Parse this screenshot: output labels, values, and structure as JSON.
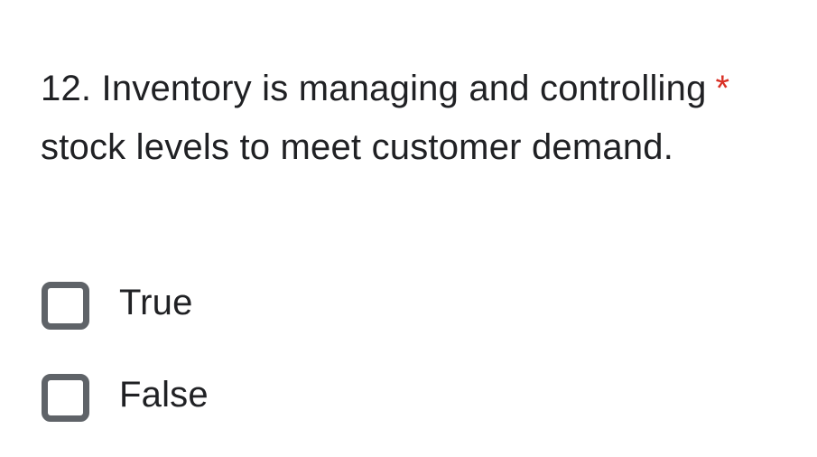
{
  "question": {
    "line1": "12. Inventory is managing and controlling",
    "required_marker": "*",
    "line2": "stock levels to meet customer demand.",
    "required": true
  },
  "options": [
    {
      "label": "True",
      "checked": false
    },
    {
      "label": "False",
      "checked": false
    }
  ],
  "colors": {
    "background": "#ffffff",
    "question_text": "#202124",
    "required_asterisk": "#d93025",
    "checkbox_border": "#5f6368",
    "option_text": "#202124"
  }
}
